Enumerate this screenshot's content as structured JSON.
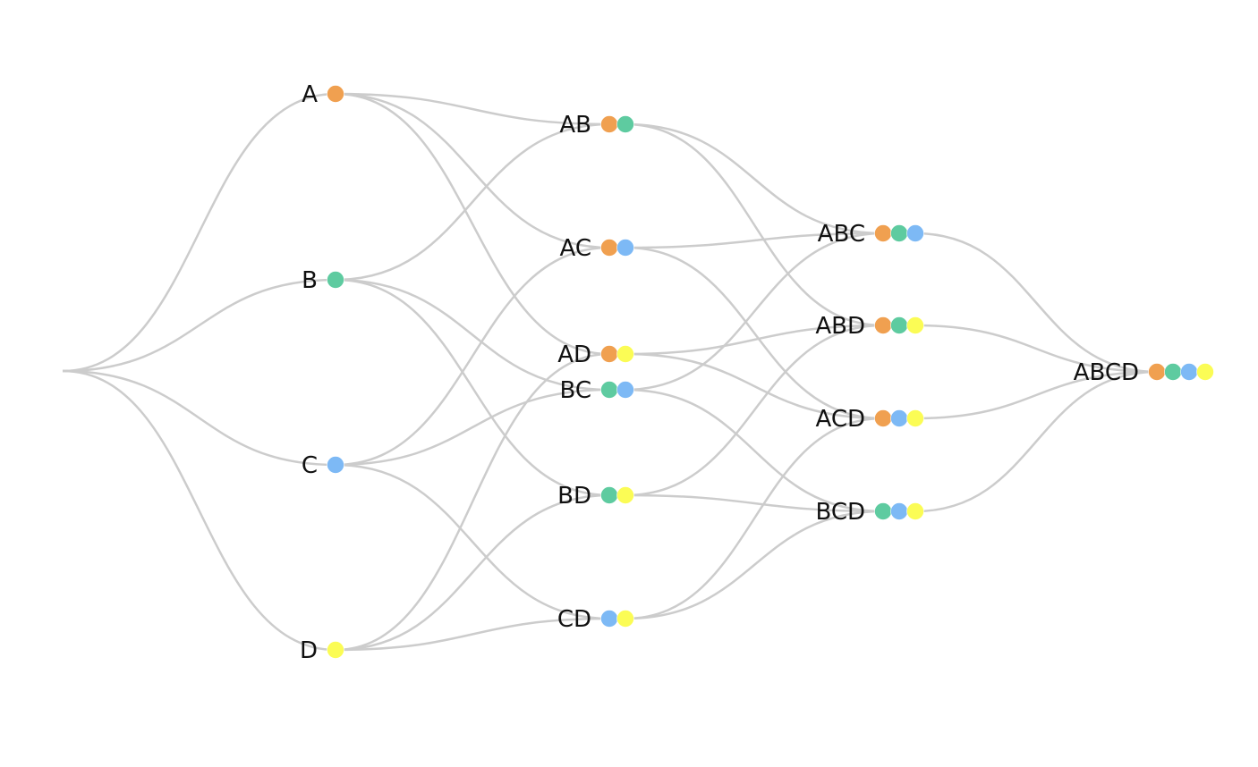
{
  "diagram": {
    "colors": {
      "A": "#f0a050",
      "B": "#5ecba0",
      "C": "#7db9f5",
      "D": "#fbfc55",
      "edge": "#cccccc",
      "text": "#111111"
    },
    "nodes": [
      {
        "id": "A",
        "label": "A",
        "members": [
          "A"
        ]
      },
      {
        "id": "B",
        "label": "B",
        "members": [
          "B"
        ]
      },
      {
        "id": "C",
        "label": "C",
        "members": [
          "C"
        ]
      },
      {
        "id": "D",
        "label": "D",
        "members": [
          "D"
        ]
      },
      {
        "id": "AB",
        "label": "AB",
        "members": [
          "A",
          "B"
        ]
      },
      {
        "id": "AC",
        "label": "AC",
        "members": [
          "A",
          "C"
        ]
      },
      {
        "id": "AD",
        "label": "AD",
        "members": [
          "A",
          "D"
        ]
      },
      {
        "id": "BC",
        "label": "BC",
        "members": [
          "B",
          "C"
        ]
      },
      {
        "id": "BD",
        "label": "BD",
        "members": [
          "B",
          "D"
        ]
      },
      {
        "id": "CD",
        "label": "CD",
        "members": [
          "C",
          "D"
        ]
      },
      {
        "id": "ABC",
        "label": "ABC",
        "members": [
          "A",
          "B",
          "C"
        ]
      },
      {
        "id": "ABD",
        "label": "ABD",
        "members": [
          "A",
          "B",
          "D"
        ]
      },
      {
        "id": "ACD",
        "label": "ACD",
        "members": [
          "A",
          "C",
          "D"
        ]
      },
      {
        "id": "BCD",
        "label": "BCD",
        "members": [
          "B",
          "C",
          "D"
        ]
      },
      {
        "id": "ABCD",
        "label": "ABCD",
        "members": [
          "A",
          "B",
          "C",
          "D"
        ]
      }
    ],
    "edges": [
      [
        "root",
        "A"
      ],
      [
        "root",
        "B"
      ],
      [
        "root",
        "C"
      ],
      [
        "root",
        "D"
      ],
      [
        "A",
        "AB"
      ],
      [
        "A",
        "AC"
      ],
      [
        "A",
        "AD"
      ],
      [
        "B",
        "AB"
      ],
      [
        "B",
        "BC"
      ],
      [
        "B",
        "BD"
      ],
      [
        "C",
        "AC"
      ],
      [
        "C",
        "BC"
      ],
      [
        "C",
        "CD"
      ],
      [
        "D",
        "AD"
      ],
      [
        "D",
        "BD"
      ],
      [
        "D",
        "CD"
      ],
      [
        "AB",
        "ABC"
      ],
      [
        "AB",
        "ABD"
      ],
      [
        "AC",
        "ABC"
      ],
      [
        "AC",
        "ACD"
      ],
      [
        "AD",
        "ABD"
      ],
      [
        "AD",
        "ACD"
      ],
      [
        "BC",
        "ABC"
      ],
      [
        "BC",
        "BCD"
      ],
      [
        "BD",
        "ABD"
      ],
      [
        "BD",
        "BCD"
      ],
      [
        "CD",
        "ACD"
      ],
      [
        "CD",
        "BCD"
      ],
      [
        "ABC",
        "ABCD"
      ],
      [
        "ABD",
        "ABCD"
      ],
      [
        "ACD",
        "ABCD"
      ],
      [
        "BCD",
        "ABCD"
      ]
    ]
  }
}
